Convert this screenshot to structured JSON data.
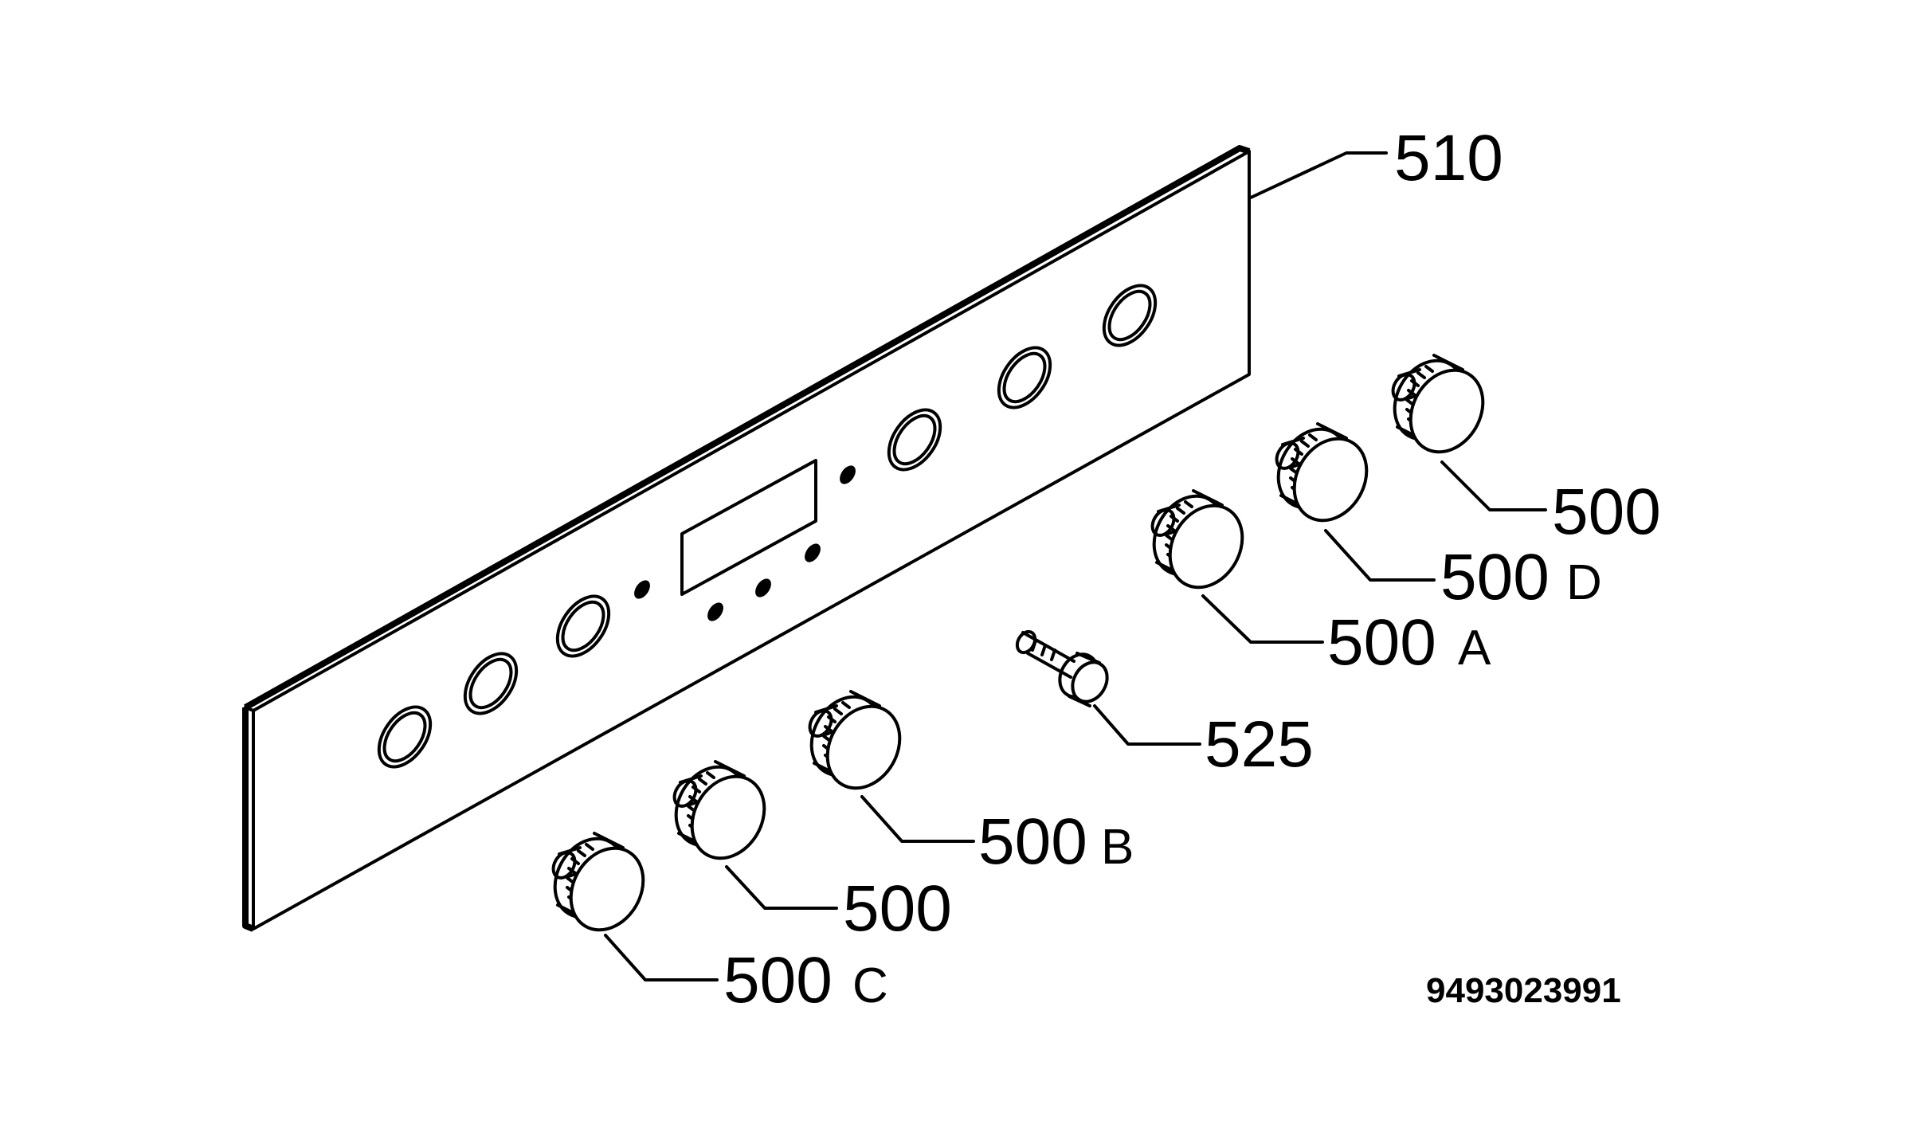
{
  "diagram": {
    "drawing_number": "9493023991",
    "labels": {
      "panel": "510",
      "knob_right_top": "500",
      "knob_d": {
        "num": "500",
        "suffix": "D"
      },
      "knob_a": {
        "num": "500",
        "suffix": "A"
      },
      "screw": "525",
      "knob_b": {
        "num": "500",
        "suffix": "B"
      },
      "knob_bottom_mid": "500",
      "knob_c": {
        "num": "500",
        "suffix": "C"
      }
    }
  }
}
